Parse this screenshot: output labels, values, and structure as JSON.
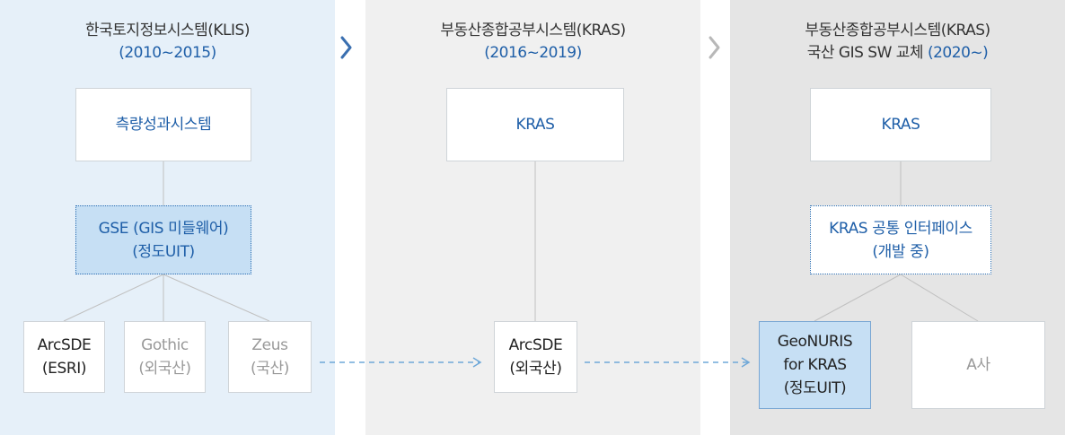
{
  "stage1": {
    "title_line1": "한국토지정보시스템(KLIS)",
    "title_line2": "(2010~2015)",
    "top_box": "측량성과시스템",
    "middle_line1": "GSE (GIS 미들웨어)",
    "middle_line2": "(정도UIT)",
    "leaves": [
      {
        "line1": "ArcSDE",
        "line2": "(ESRI)"
      },
      {
        "line1": "Gothic",
        "line2": "(외국산)"
      },
      {
        "line1": "Zeus",
        "line2": "(국산)"
      }
    ]
  },
  "stage2": {
    "title_line1": "부동산종합공부시스템(KRAS)",
    "title_line2": "(2016~2019)",
    "top_box": "KRAS",
    "leaf_line1": "ArcSDE",
    "leaf_line2": "(외국산)"
  },
  "stage3": {
    "title_line1": "부동산종합공부시스템(KRAS)",
    "title_line2_prefix": "국산 GIS SW 교체 ",
    "title_line2_accent": "(2020~)",
    "top_box": "KRAS",
    "middle_line1": "KRAS 공통 인터페이스",
    "middle_line2": "(개발 중)",
    "leaves": [
      {
        "line1": "GeoNURIS",
        "line2": "for KRAS",
        "line3": "(정도UIT)"
      },
      {
        "line1": "A사"
      }
    ]
  },
  "icons": {
    "arrow1": "chevron-right-icon",
    "arrow2": "chevron-right-icon"
  },
  "colors": {
    "accent": "#1f5fa8",
    "panel1_bg": "#e6f0f9",
    "panel2_bg": "#f0f0f0",
    "panel3_bg": "#e5e5e5",
    "highlight_box": "#c6dff4",
    "dashed_arrow": "#6fa8d8"
  }
}
